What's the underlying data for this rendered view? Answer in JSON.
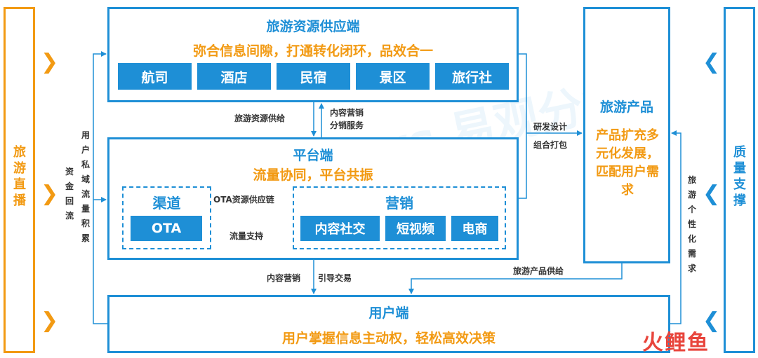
{
  "left_bar": {
    "label": "旅游直播"
  },
  "right_bar": {
    "label": "质量支撑"
  },
  "supply": {
    "title": "旅游资源供应端",
    "subtitle": "弥合信息间隙，打通转化闭环，品效合一",
    "chips": [
      "航司",
      "酒店",
      "民宿",
      "景区",
      "旅行社"
    ]
  },
  "platform": {
    "title": "平台端",
    "subtitle": "流量协同，平台共振",
    "channel": {
      "title": "渠道",
      "chip": "OTA"
    },
    "marketing": {
      "title": "营销",
      "chips": [
        "内容社交",
        "短视频",
        "电商"
      ]
    }
  },
  "product": {
    "title": "旅游产品",
    "body": "产品扩充多元化发展，匹配用户需求"
  },
  "user": {
    "title": "用户端",
    "subtitle": "用户掌握信息主动权，轻松高效决策"
  },
  "labels": {
    "supply_to_platform": "旅游资源供给",
    "platform_to_supply_1": "内容营销",
    "platform_to_supply_2": "分销服务",
    "ota_supply_chain": "OTA资源供应链",
    "traffic_support": "流量支持",
    "content_marketing": "内容营销",
    "guide_trade": "引导交易",
    "product_supply": "旅游产品供给",
    "rd_design": "研发设计",
    "bundle": "组合打包",
    "user_private_traffic": "用户私域流量积累",
    "capital_backflow": "资金回流",
    "personalized_demand": "旅游个性化需求"
  },
  "watermarks": {
    "main": "Analysys 易观分析",
    "brand": "火鲤鱼"
  },
  "colors": {
    "blue": "#1e8fd6",
    "orange": "#f29a13"
  }
}
